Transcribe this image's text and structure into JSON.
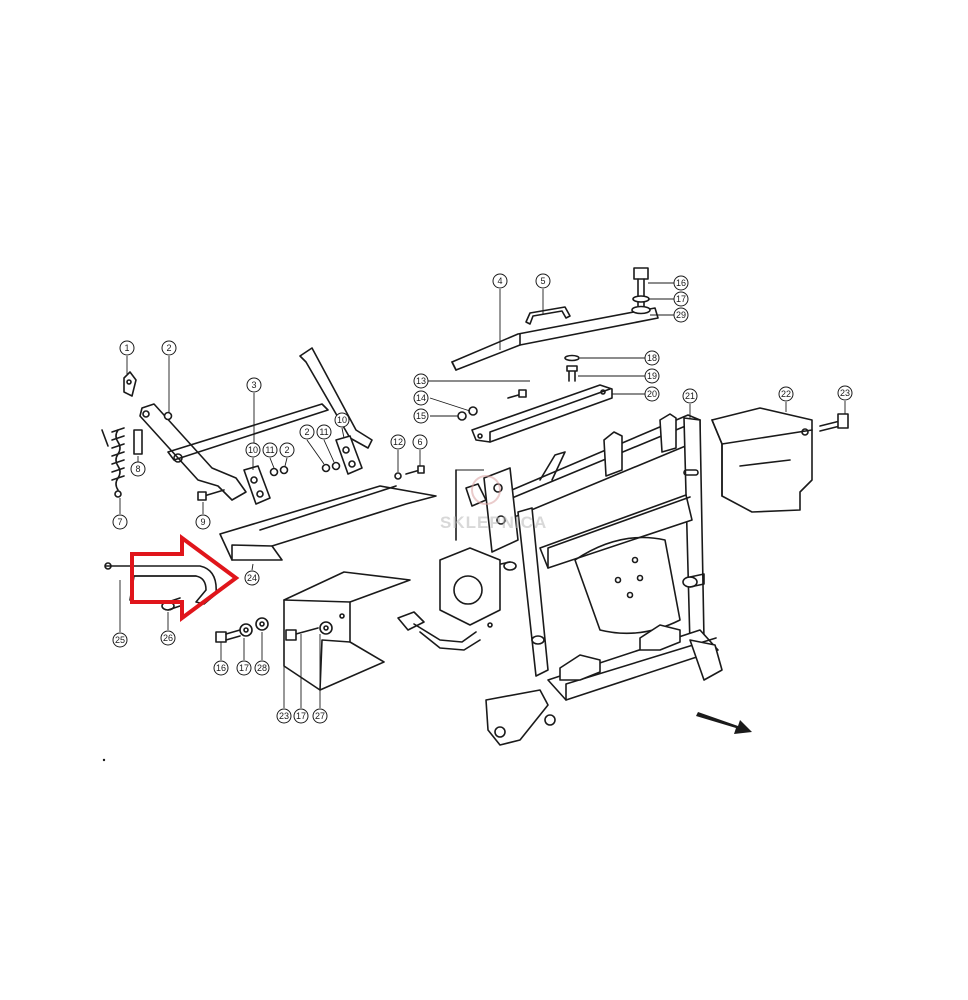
{
  "colors": {
    "line": "#1a1a1a",
    "callout_fill": "#ffffff",
    "highlight_fill": "#8cb43c",
    "arrow_stroke": "#e0151b"
  },
  "watermark": {
    "text": "SKLEPNICA"
  },
  "highlighted_part": "24",
  "callouts": [
    {
      "id": "c1",
      "label": "1"
    },
    {
      "id": "c2a",
      "label": "2"
    },
    {
      "id": "c3",
      "label": "3"
    },
    {
      "id": "c4",
      "label": "4"
    },
    {
      "id": "c5",
      "label": "5"
    },
    {
      "id": "c16a",
      "label": "16"
    },
    {
      "id": "c17a",
      "label": "17"
    },
    {
      "id": "c29",
      "label": "29"
    },
    {
      "id": "c18",
      "label": "18"
    },
    {
      "id": "c19",
      "label": "19"
    },
    {
      "id": "c13",
      "label": "13"
    },
    {
      "id": "c20",
      "label": "20"
    },
    {
      "id": "c14",
      "label": "14"
    },
    {
      "id": "c15",
      "label": "15"
    },
    {
      "id": "c21",
      "label": "21"
    },
    {
      "id": "c22",
      "label": "22"
    },
    {
      "id": "c23a",
      "label": "23"
    },
    {
      "id": "c10a",
      "label": "10"
    },
    {
      "id": "c11a",
      "label": "11"
    },
    {
      "id": "c2b",
      "label": "2"
    },
    {
      "id": "c2c",
      "label": "2"
    },
    {
      "id": "c11b",
      "label": "11"
    },
    {
      "id": "c10b",
      "label": "10"
    },
    {
      "id": "c12",
      "label": "12"
    },
    {
      "id": "c6",
      "label": "6"
    },
    {
      "id": "c8",
      "label": "8"
    },
    {
      "id": "c7",
      "label": "7"
    },
    {
      "id": "c9",
      "label": "9"
    },
    {
      "id": "c24",
      "label": "24"
    },
    {
      "id": "c25",
      "label": "25"
    },
    {
      "id": "c26",
      "label": "26"
    },
    {
      "id": "c16b",
      "label": "16"
    },
    {
      "id": "c17b",
      "label": "17"
    },
    {
      "id": "c28",
      "label": "28"
    },
    {
      "id": "c23b",
      "label": "23"
    },
    {
      "id": "c17c",
      "label": "17"
    },
    {
      "id": "c27",
      "label": "27"
    }
  ]
}
